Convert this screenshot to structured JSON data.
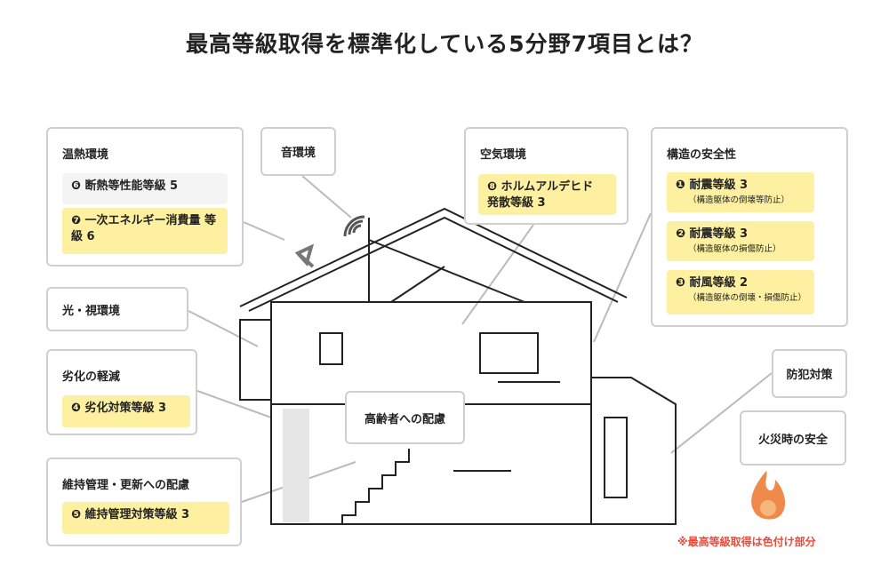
{
  "title": "最高等級取得を標準化している5分野7項目とは？",
  "thermal": {
    "heading": "温熱環境",
    "items": [
      "❻ 断熱等性能等級 5",
      "❼ 一次エネルギー消費量 等級 6"
    ]
  },
  "sound": {
    "heading": "音環境"
  },
  "air": {
    "heading": "空気環境",
    "items": [
      "❽ ホルムアルデヒド 発散等級 3"
    ]
  },
  "structure": {
    "heading": "構造の安全性",
    "items": [
      {
        "label": "❶ 耐震等級 3",
        "sub": "（構造躯体の倒壊等防止）"
      },
      {
        "label": "❷ 耐震等級 3",
        "sub": "（構造躯体の損傷防止）"
      },
      {
        "label": "❸ 耐風等級 2",
        "sub": "（構造躯体の倒壊・損傷防止）"
      }
    ]
  },
  "light": {
    "heading": "光・視環境"
  },
  "degradation": {
    "heading": "劣化の軽減",
    "items": [
      "❹ 劣化対策等級 3"
    ]
  },
  "maintenance": {
    "heading": "維持管理・更新への配慮",
    "items": [
      "❺ 維持管理対策等級 3"
    ]
  },
  "elderly": {
    "heading": "高齢者への配慮"
  },
  "security": {
    "heading": "防犯対策"
  },
  "fire": {
    "heading": "火災時の安全"
  },
  "note": "※最高等級取得は色付け部分",
  "colors": {
    "highlight": "#fdf0a0",
    "note": "#e84a3a",
    "fire": "#f08a4b"
  }
}
